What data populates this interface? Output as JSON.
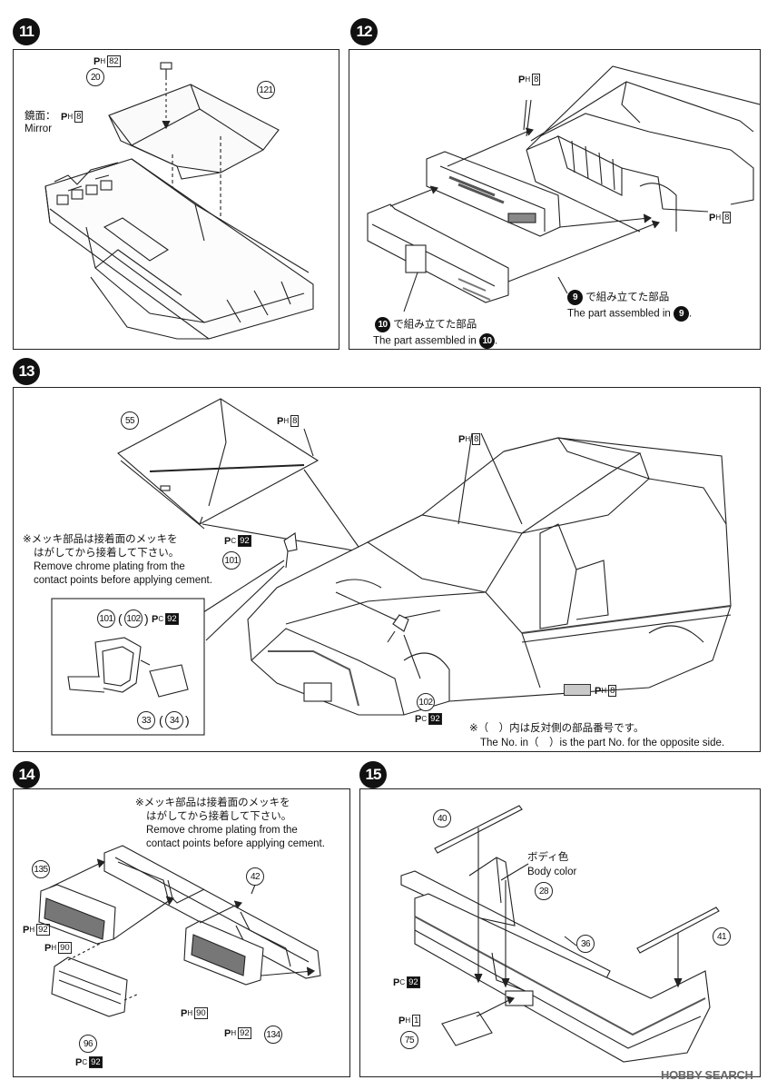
{
  "steps": {
    "s11": {
      "badge": "11",
      "mirror_label_jp": "鏡面：",
      "mirror_label_en": "Mirror",
      "paint_top": {
        "prefix": "P",
        "sub": "H",
        "code": "82"
      },
      "paint_mirror": {
        "prefix": "P",
        "sub": "H",
        "code": "8"
      },
      "parts": [
        "20",
        "121"
      ]
    },
    "s12": {
      "badge": "12",
      "paint_a": {
        "prefix": "P",
        "sub": "H",
        "code": "8"
      },
      "paint_b": {
        "prefix": "P",
        "sub": "H",
        "code": "8"
      },
      "ref9_badge": "9",
      "ref9_jp": "で組み立てた部品",
      "ref9_en": "The part assembled in",
      "ref9_tail": ".",
      "ref10_badge": "10",
      "ref10_jp": "で組み立てた部品",
      "ref10_en": "The part assembled in",
      "ref10_tail": "."
    },
    "s13": {
      "badge": "13",
      "parts": {
        "hood": "55",
        "mirror_left": "101",
        "detail_mirror": "101",
        "detail_mirror_opp": "102",
        "glass": "33",
        "glass_opp": "34",
        "mirror_right": "102"
      },
      "paint_hood": {
        "prefix": "P",
        "sub": "H",
        "code": "8"
      },
      "paint_roof": {
        "prefix": "P",
        "sub": "H",
        "code": "8"
      },
      "paint_mirror_left": {
        "prefix": "P",
        "sub": "C",
        "code": "92"
      },
      "paint_detail": {
        "prefix": "P",
        "sub": "C",
        "code": "92"
      },
      "paint_mirror_right": {
        "prefix": "P",
        "sub": "C",
        "code": "92"
      },
      "paint_legend": {
        "prefix": "P",
        "sub": "H",
        "code": "8"
      },
      "note_jp_1": "※メッキ部品は接着面のメッキを",
      "note_jp_2": "はがしてから接着して下さい。",
      "note_en_1": "Remove chrome plating from the",
      "note_en_2": "contact points before applying cement.",
      "opp_jp": "※（　）内は反対側の部品番号です。",
      "opp_en_1": "The No. in（　）is the part No. for the opposite side."
    },
    "s14": {
      "badge": "14",
      "note_jp_1": "※メッキ部品は接着面のメッキを",
      "note_jp_2": "はがしてから接着して下さい。",
      "note_en_1": "Remove chrome plating from the",
      "note_en_2": "contact points before applying cement.",
      "parts": {
        "lamp_left": "135",
        "grille_frame": "42",
        "grille_lower": "96",
        "lamp_right": "134"
      },
      "paint_lamp_left_a": {
        "prefix": "P",
        "sub": "H",
        "code": "92"
      },
      "paint_lamp_left_b": {
        "prefix": "P",
        "sub": "H",
        "code": "90"
      },
      "paint_right_a": {
        "prefix": "P",
        "sub": "H",
        "code": "90"
      },
      "paint_right_b": {
        "prefix": "P",
        "sub": "H",
        "code": "92"
      },
      "paint_lower": {
        "prefix": "P",
        "sub": "C",
        "code": "92"
      }
    },
    "s15": {
      "badge": "15",
      "body_color_jp": "ボディ色",
      "body_color_en": "Body color",
      "parts": {
        "strip_top": "40",
        "bumper_top": "28",
        "bumper": "36",
        "strip_right": "41",
        "plate": "75"
      },
      "paint_bumper": {
        "prefix": "P",
        "sub": "C",
        "code": "92"
      },
      "paint_plate": {
        "prefix": "P",
        "sub": "H",
        "code": "1"
      }
    }
  },
  "watermark": "HOBBY SEARCH",
  "icons": [
    "car-hood-icon",
    "dashboard-icon",
    "car-body-icon",
    "grille-icon",
    "bumper-icon",
    "mirror-icon"
  ]
}
